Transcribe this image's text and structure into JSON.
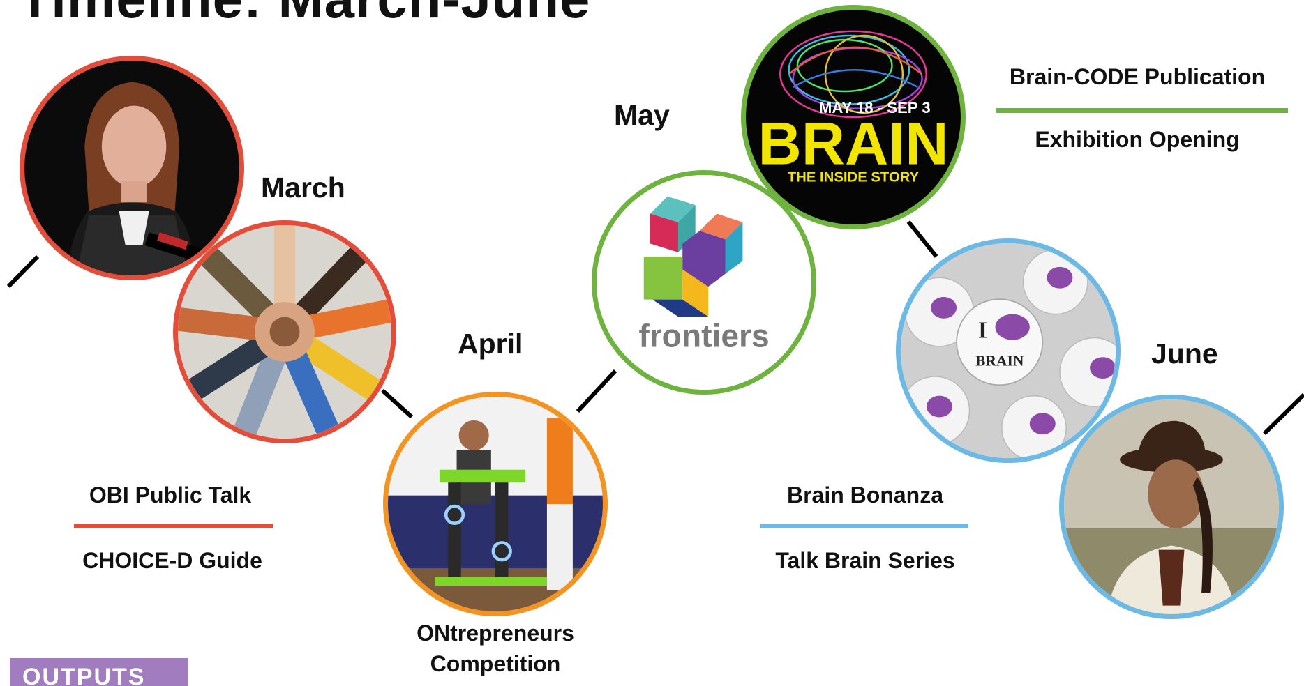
{
  "title": "Timeline: March-June",
  "months": {
    "march": "March",
    "april": "April",
    "may": "May",
    "june": "June"
  },
  "events": {
    "obi_public_talk": "OBI Public Talk",
    "choice_d_guide": "CHOICE-D Guide",
    "ontrepreneurs_line1": "ONtrepreneurs",
    "ontrepreneurs_line2": "Competition",
    "brain_code_publication": "Brain-CODE Publication",
    "exhibition_opening": "Exhibition Opening",
    "brain_bonanza": "Brain Bonanza",
    "talk_brain_series": "Talk Brain Series"
  },
  "images": {
    "frontiers_logo_text": "frontiers",
    "brain_poster_dates": "MAY 18 - SEP 3",
    "brain_poster_word": "BRAIN",
    "brain_poster_subtitle": "THE INSIDE STORY",
    "button_i": "I",
    "button_brain": "BRAIN"
  },
  "tag_label": "OUTPUTS",
  "colors": {
    "march_red": "#e34d3a",
    "april_orange": "#f39321",
    "may_green": "#6fb33f",
    "june_blue": "#6bb9e4",
    "outputs_purple": "#a17cbf"
  },
  "icons": {
    "speaker_photo": "speaker-photo",
    "hands_photo": "hands-photo",
    "exoskeleton_photo": "exoskeleton-photo",
    "frontiers_logo": "frontiers-logo",
    "brain_exhibition_poster": "brain-exhibition-poster",
    "brain_buttons_photo": "brain-buttons-photo",
    "indigenous_speaker_photo": "indigenous-speaker-photo"
  }
}
